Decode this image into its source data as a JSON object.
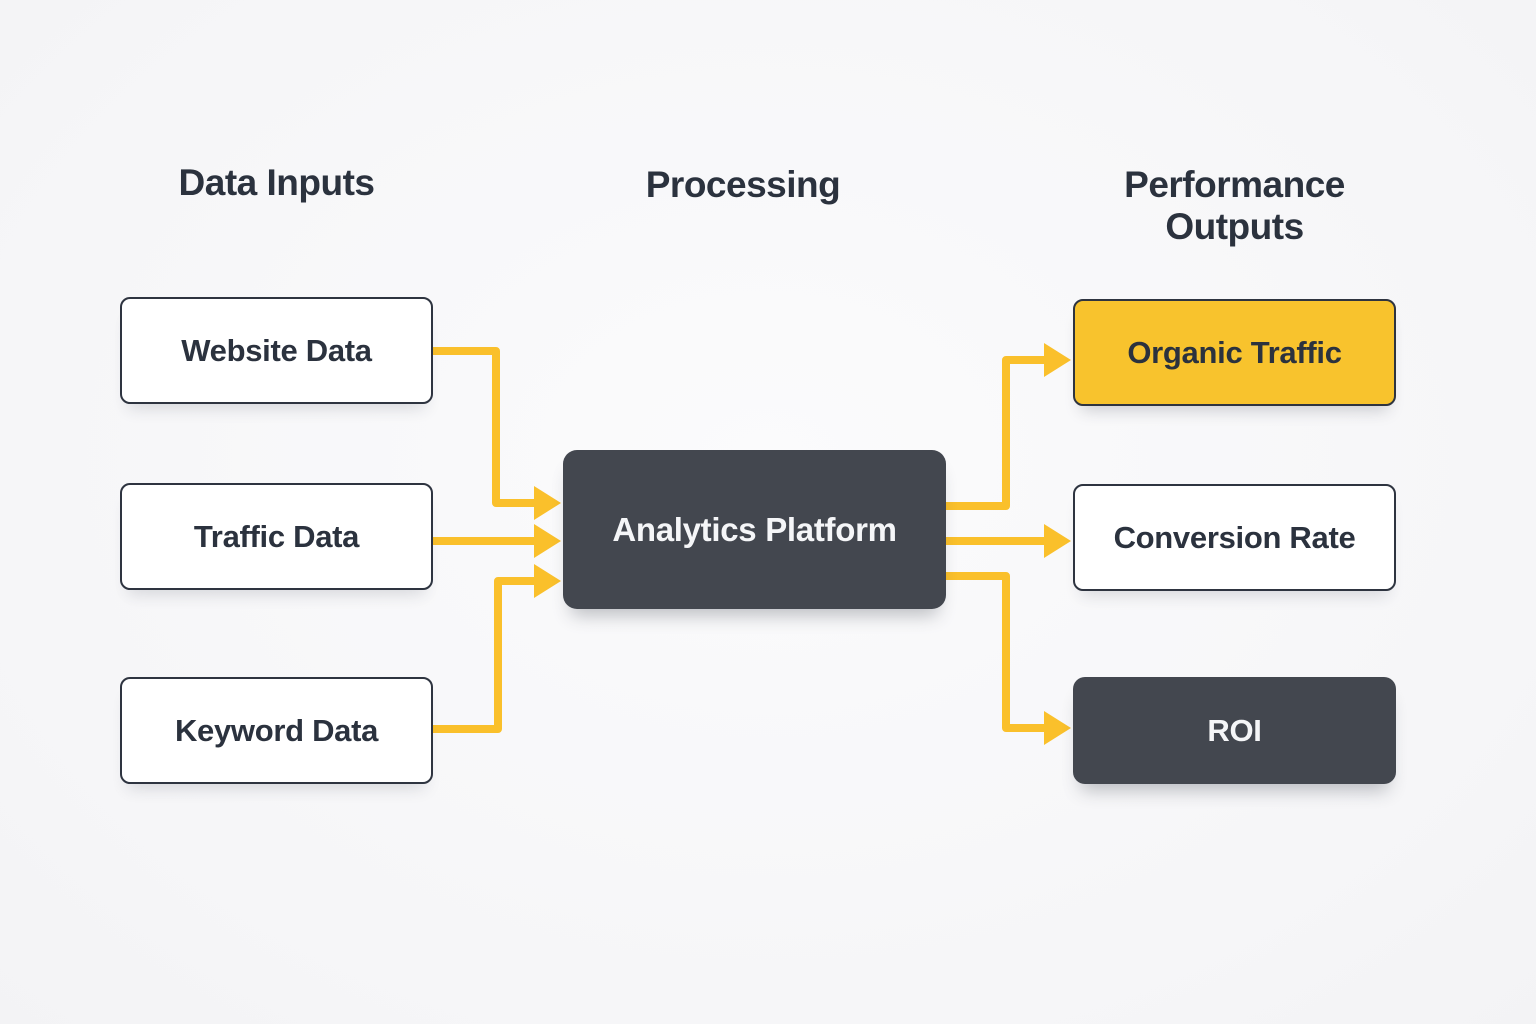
{
  "diagram": {
    "columns": [
      {
        "title": "Data Inputs"
      },
      {
        "title": "Processing"
      },
      {
        "title": "Performance Outputs"
      }
    ],
    "nodes": {
      "website_data": {
        "label": "Website Data",
        "variant": "outline"
      },
      "traffic_data": {
        "label": "Traffic Data",
        "variant": "outline"
      },
      "keyword_data": {
        "label": "Keyword Data",
        "variant": "outline"
      },
      "analytics_platform": {
        "label": "Analytics Platform",
        "variant": "dark"
      },
      "organic_traffic": {
        "label": "Organic Traffic",
        "variant": "yellow"
      },
      "conversion_rate": {
        "label": "Conversion Rate",
        "variant": "outline"
      },
      "roi": {
        "label": "ROI",
        "variant": "dark"
      }
    },
    "edges": [
      {
        "from": "Website Data",
        "to": "Analytics Platform"
      },
      {
        "from": "Traffic Data",
        "to": "Analytics Platform"
      },
      {
        "from": "Keyword Data",
        "to": "Analytics Platform"
      },
      {
        "from": "Analytics Platform",
        "to": "Organic Traffic"
      },
      {
        "from": "Analytics Platform",
        "to": "Conversion Rate"
      },
      {
        "from": "Analytics Platform",
        "to": "ROI"
      }
    ],
    "colors": {
      "accent_yellow": "#F8C32D",
      "arrow_yellow": "#FAC02B",
      "dark_fill": "#43474F",
      "border_dark": "#2E3440",
      "text_dark": "#2B323E",
      "text_light": "#F5F6F8",
      "background": "#F7F7F8"
    }
  }
}
